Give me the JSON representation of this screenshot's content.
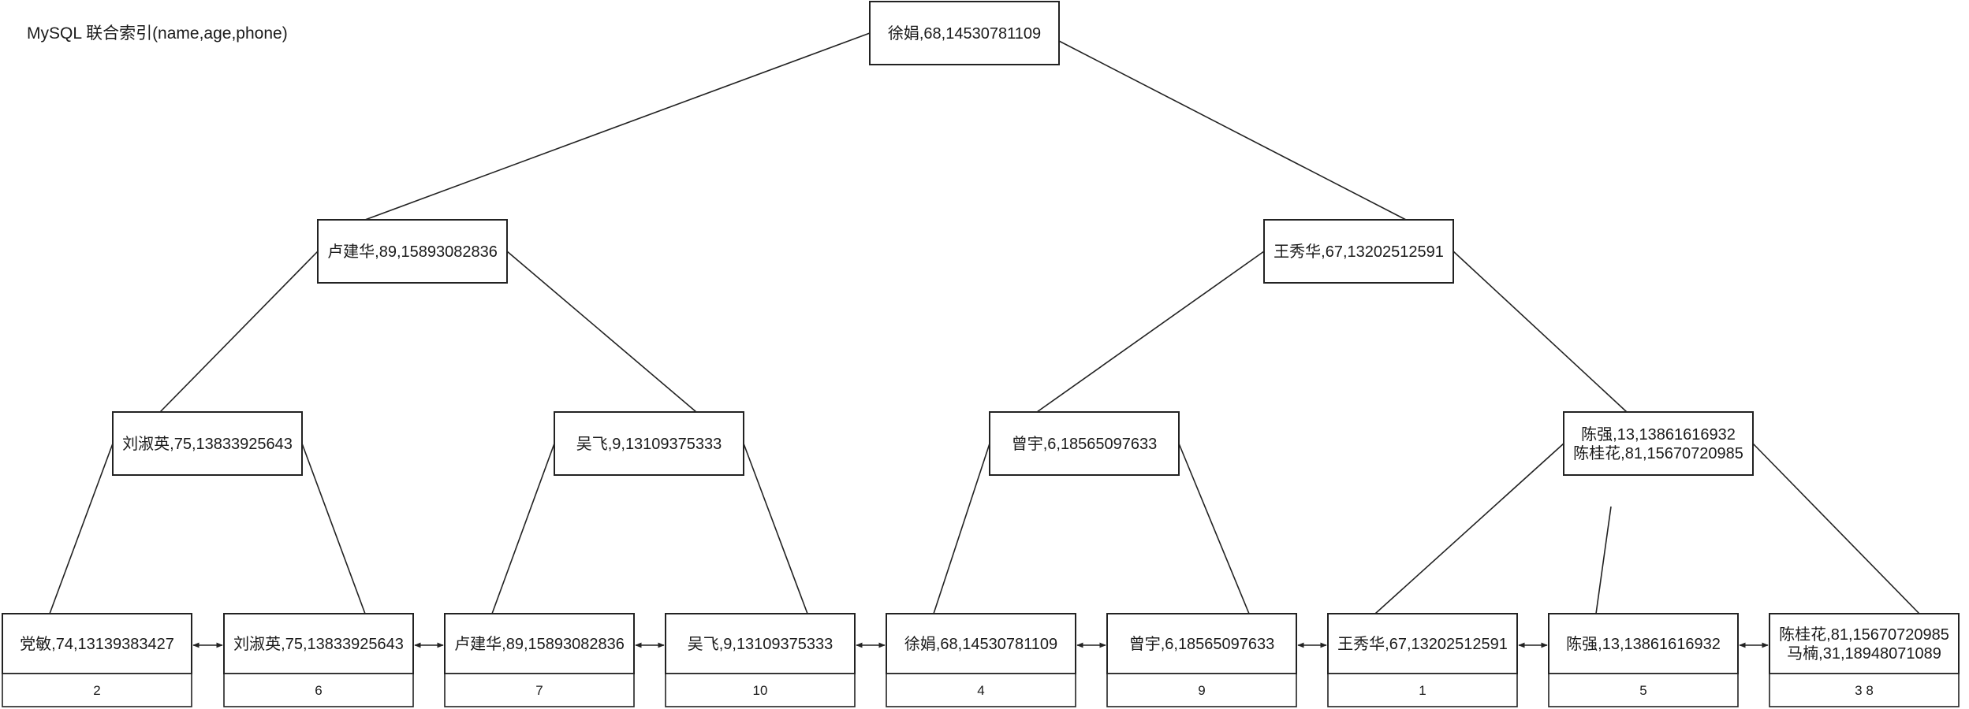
{
  "title": "MySQL 联合索引(name,age,phone)",
  "tree": {
    "root": {
      "lines": [
        "徐娟,68,14530781109"
      ]
    },
    "level1": [
      {
        "lines": [
          "卢建华,89,15893082836"
        ]
      },
      {
        "lines": [
          "王秀华,67,13202512591"
        ]
      }
    ],
    "level2": [
      {
        "lines": [
          "刘淑英,75,13833925643"
        ]
      },
      {
        "lines": [
          "吴飞,9,13109375333"
        ]
      },
      {
        "lines": [
          "曾宇,6,18565097633"
        ]
      },
      {
        "lines": [
          "陈强,13,13861616932",
          "陈桂花,81,15670720985"
        ]
      }
    ],
    "leaves": [
      {
        "lines": [
          "党敏,74,13139383427"
        ],
        "id": "2"
      },
      {
        "lines": [
          "刘淑英,75,13833925643"
        ],
        "id": "6"
      },
      {
        "lines": [
          "卢建华,89,15893082836"
        ],
        "id": "7"
      },
      {
        "lines": [
          "吴飞,9,13109375333"
        ],
        "id": "10"
      },
      {
        "lines": [
          "徐娟,68,14530781109"
        ],
        "id": "4"
      },
      {
        "lines": [
          "曾宇,6,18565097633"
        ],
        "id": "9"
      },
      {
        "lines": [
          "王秀华,67,13202512591"
        ],
        "id": "1"
      },
      {
        "lines": [
          "陈强,13,13861616932"
        ],
        "id": "5"
      },
      {
        "lines": [
          "陈桂花,81,15670720985",
          "马楠,31,18948071089"
        ],
        "id": "3    8"
      }
    ]
  }
}
